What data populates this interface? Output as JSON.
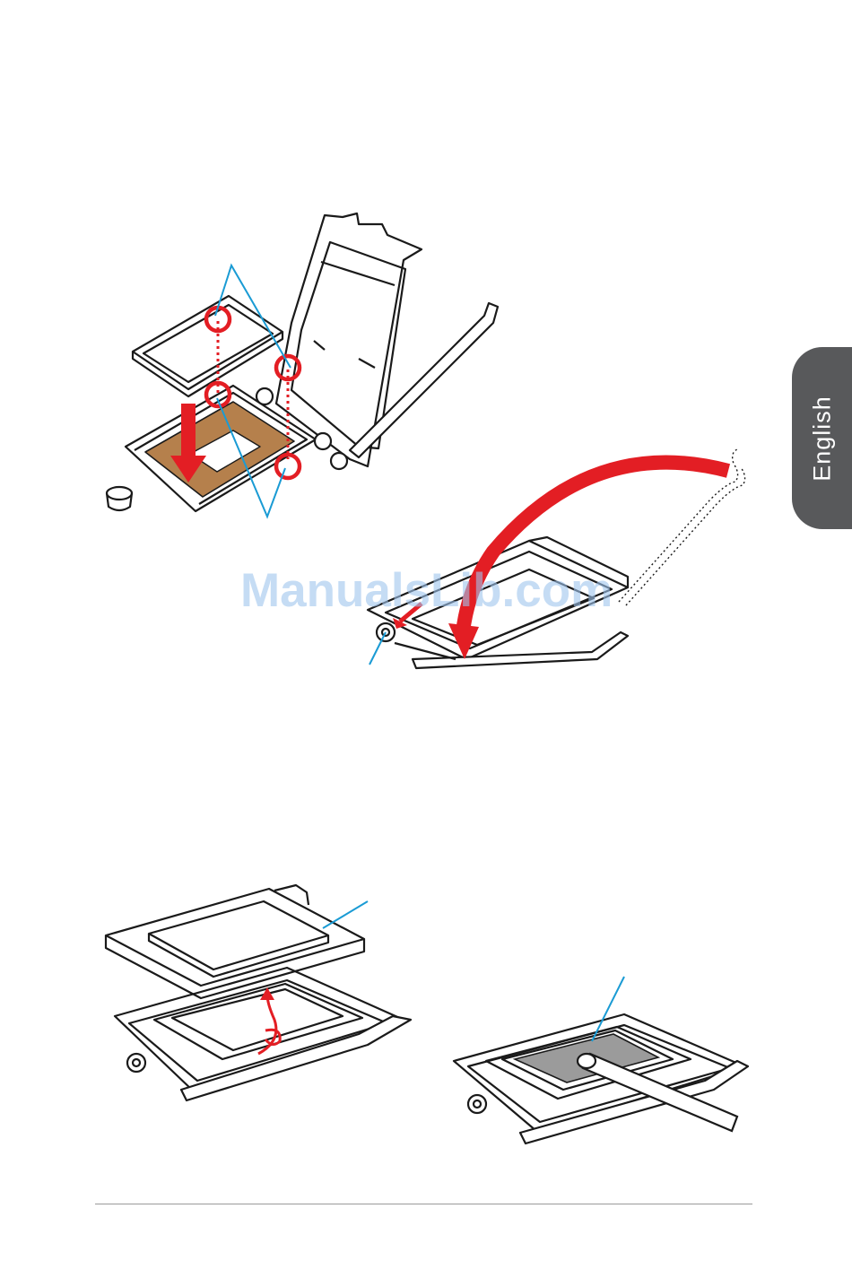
{
  "side_tab": {
    "label": "English",
    "background_color": "#58595b",
    "text_color": "#ffffff"
  },
  "watermark": {
    "text": "ManualsLib.com",
    "color": "#9fc5ee"
  },
  "figures": [
    {
      "id": "cpu-insertion",
      "description_hidden": true
    },
    {
      "id": "load-plate-closing"
    },
    {
      "id": "pnp-cap-removal"
    },
    {
      "id": "thermal-paste-application"
    }
  ],
  "colors": {
    "line": "#1a1a1a",
    "callout": "#1a9bd4",
    "marker_red": "#e31e24",
    "socket_contacts": "#b5804c",
    "thermal_paste": "#9b9b9b",
    "footer_rule": "#9a9a9a"
  }
}
